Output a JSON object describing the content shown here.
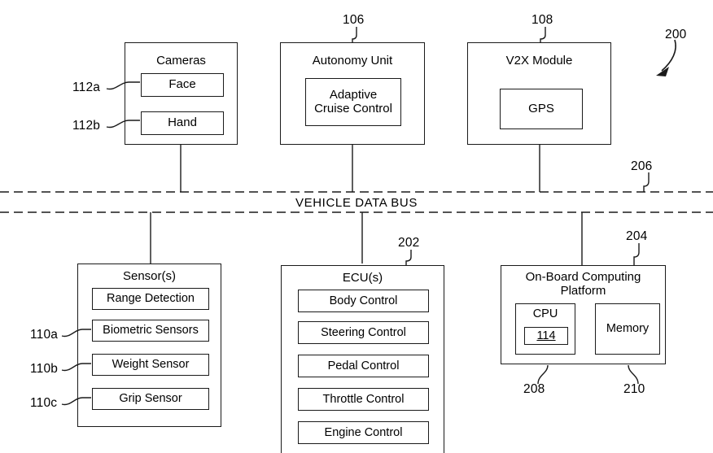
{
  "figure": {
    "ref_main": "200",
    "bus_label": "VEHICLE DATA BUS",
    "bus_ref": "206"
  },
  "top_row": {
    "cameras": {
      "title": "Cameras",
      "items": [
        {
          "label": "Face",
          "ref": "112a"
        },
        {
          "label": "Hand",
          "ref": "112b"
        }
      ]
    },
    "autonomy": {
      "title": "Autonomy Unit",
      "ref": "106",
      "items": [
        {
          "label": "Adaptive\nCruise Control"
        }
      ]
    },
    "v2x": {
      "title": "V2X Module",
      "ref": "108",
      "items": [
        {
          "label": "GPS"
        }
      ]
    }
  },
  "bottom_row": {
    "sensors": {
      "title": "Sensor(s)",
      "items": [
        {
          "label": "Range Detection",
          "ref": ""
        },
        {
          "label": "Biometric Sensors",
          "ref": "110a"
        },
        {
          "label": "Weight Sensor",
          "ref": "110b"
        },
        {
          "label": "Grip Sensor",
          "ref": "110c"
        }
      ]
    },
    "ecus": {
      "title": "ECU(s)",
      "ref": "202",
      "items": [
        {
          "label": "Body Control"
        },
        {
          "label": "Steering Control"
        },
        {
          "label": "Pedal Control"
        },
        {
          "label": "Throttle Control"
        },
        {
          "label": "Engine Control"
        }
      ]
    },
    "platform": {
      "title": "On-Board Computing\nPlatform",
      "ref": "204",
      "cpu": {
        "label": "CPU",
        "number": "114",
        "ref": "208"
      },
      "memory": {
        "label": "Memory",
        "ref": "210"
      }
    }
  }
}
